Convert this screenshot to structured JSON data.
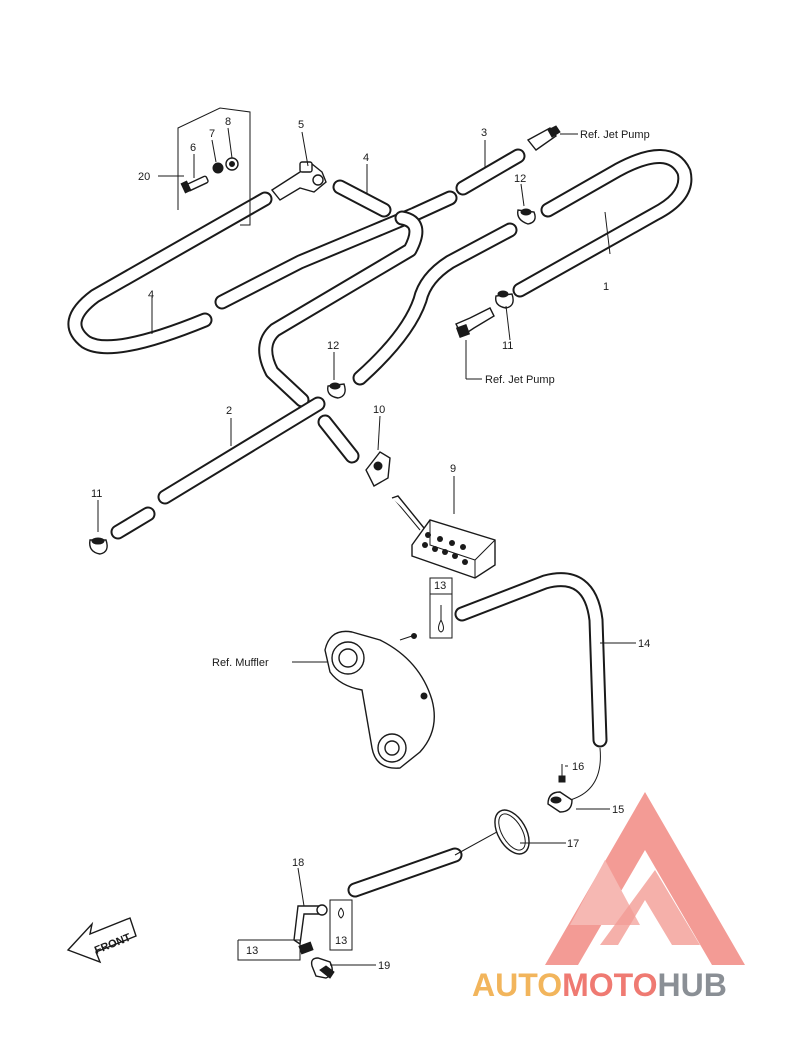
{
  "labels": {
    "n1": "1",
    "n2": "2",
    "n3": "3",
    "n4a": "4",
    "n4b": "4",
    "n5": "5",
    "n6": "6",
    "n7": "7",
    "n8": "8",
    "n9": "9",
    "n10": "10",
    "n11a": "11",
    "n11b": "11",
    "n12a": "12",
    "n12b": "12",
    "n13a": "13",
    "n13b": "13",
    "n13c": "13",
    "n14": "14",
    "n15": "15",
    "n16": "16",
    "n17": "17",
    "n18": "18",
    "n19": "19",
    "n20": "20"
  },
  "refs": {
    "jet_pump_top": "Ref. Jet Pump",
    "jet_pump_mid": "Ref. Jet Pump",
    "muffler": "Ref. Muffler"
  },
  "front_arrow": "FRONT",
  "watermark": {
    "part1": "AUTO",
    "part2": "MOTO",
    "part3": "HUB",
    "colors": {
      "auto": "#f2b55c",
      "moto": "#ef7a72",
      "hub": "#8a8f95",
      "logo": "#ef7a72"
    }
  }
}
